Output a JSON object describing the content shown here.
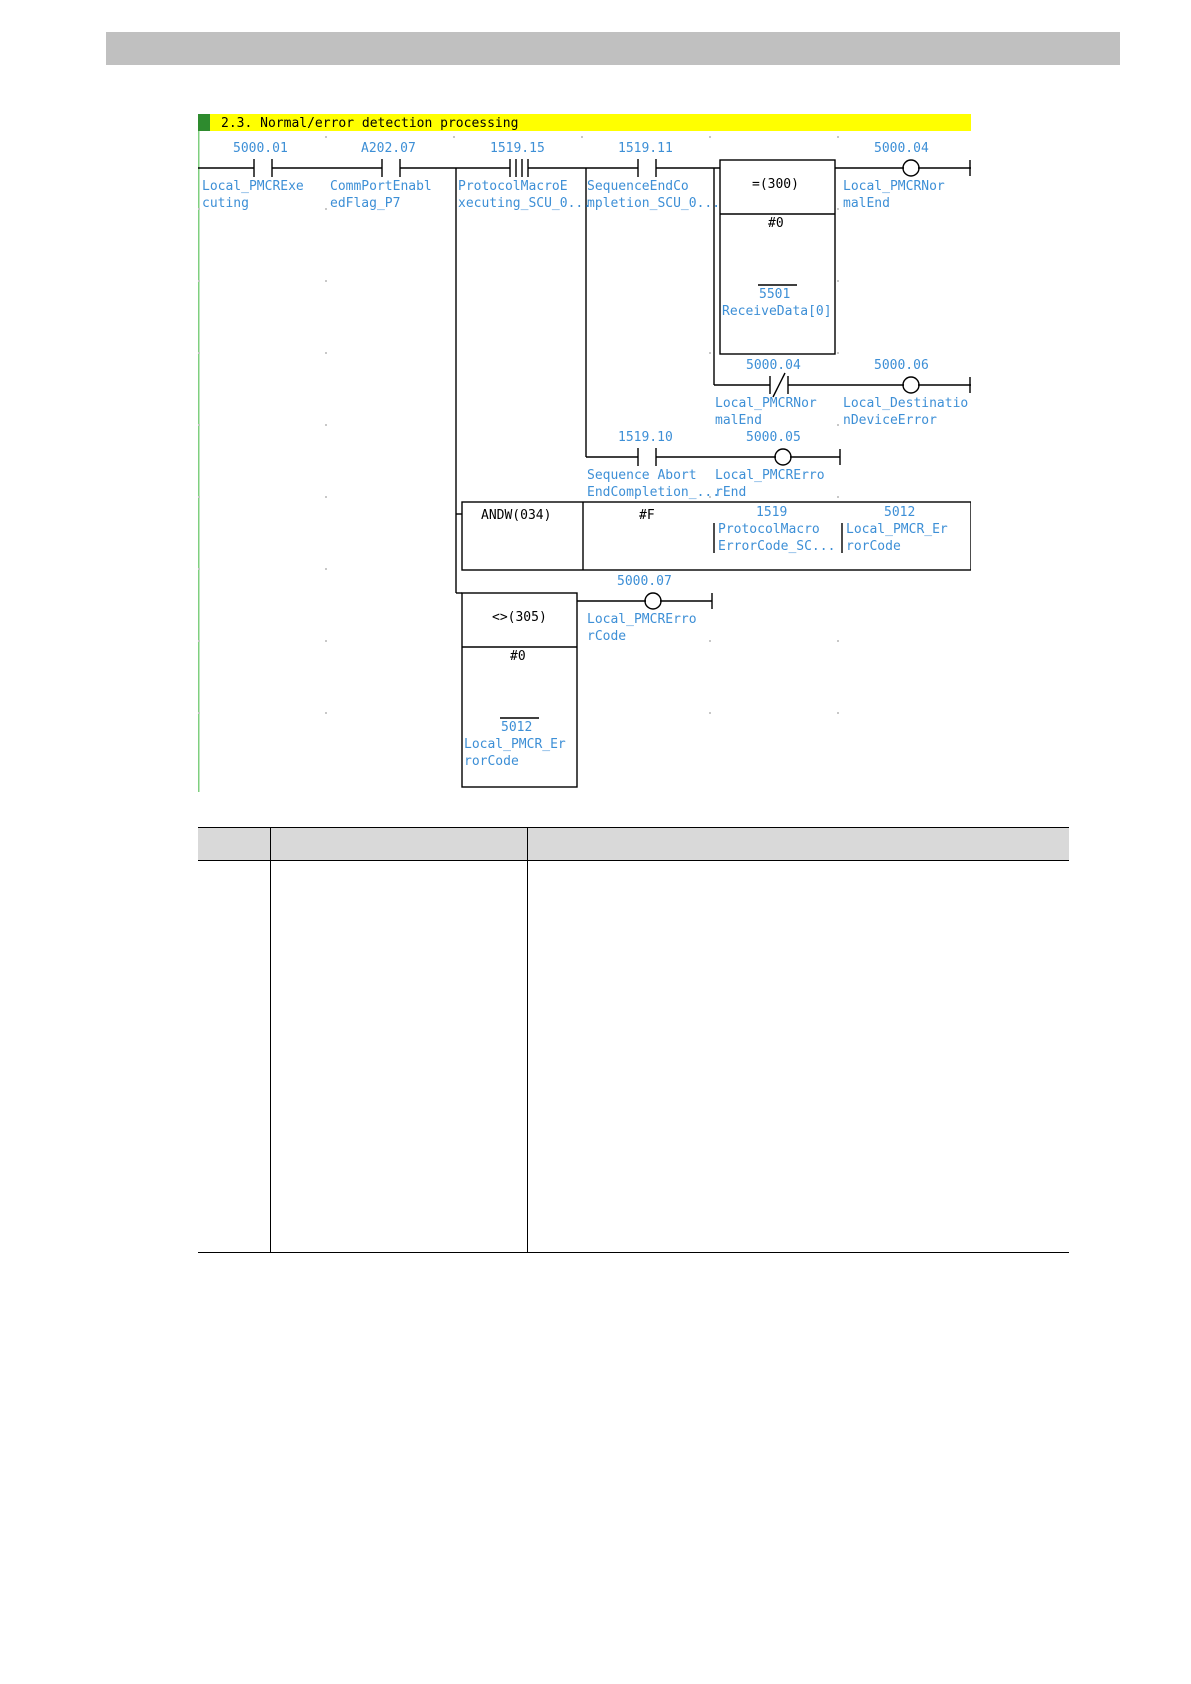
{
  "section_title": "2.3. Normal/error detection processing",
  "colors": {
    "title_bg": "#ffff00",
    "title_marker": "#2e8b2e",
    "operand": "#3d8fd6",
    "rail": "#7fcf7f"
  },
  "rung": {
    "contacts": [
      {
        "address": "5000.01",
        "comment": [
          "Local_PMCRExe",
          "cuting"
        ]
      },
      {
        "address": "A202.07",
        "comment": [
          "CommPortEnabl",
          "edFlag_P7"
        ]
      },
      {
        "address": "1519.15",
        "comment": [
          "ProtocolMacroE",
          "xecuting_SCU_0..."
        ]
      },
      {
        "address": "1519.11",
        "comment": [
          "SequenceEndCo",
          "mpletion_SCU_0..."
        ]
      },
      {
        "address": "5000.04",
        "comment": [
          "Local_PMCRNor",
          "malEnd"
        ]
      },
      {
        "address": "1519.10",
        "comment": [
          "Sequence Abort",
          "EndCompletion_..."
        ]
      }
    ],
    "coils": [
      {
        "address": "5000.04",
        "comment": [
          "Local_PMCRNor",
          "malEnd"
        ]
      },
      {
        "address": "5000.06",
        "comment": [
          "Local_Destinatio",
          "nDeviceError"
        ]
      },
      {
        "address": "5000.05",
        "comment": [
          "Local_PMCRErro",
          "rEnd"
        ]
      },
      {
        "address": "5000.07",
        "comment": [
          "Local_PMCRErro",
          "rCode"
        ]
      }
    ],
    "compare_eq": {
      "instruction": "=(300)",
      "operand1": "#0",
      "address": "5501",
      "comment": "ReceiveData[0]"
    },
    "andw": {
      "instruction": "ANDW(034)",
      "operand1": "#F",
      "src_address": "1519",
      "src_comment": [
        "ProtocolMacro",
        "ErrorCode_SC..."
      ],
      "dst_address": "5012",
      "dst_comment": [
        "Local_PMCR_Er",
        "rorCode"
      ]
    },
    "compare_ne": {
      "instruction": "<>(305)",
      "operand1": "#0",
      "address": "5012",
      "comment": [
        "Local_PMCR_Er",
        "rorCode"
      ]
    }
  },
  "table": {
    "headers": [
      "",
      "",
      ""
    ]
  }
}
